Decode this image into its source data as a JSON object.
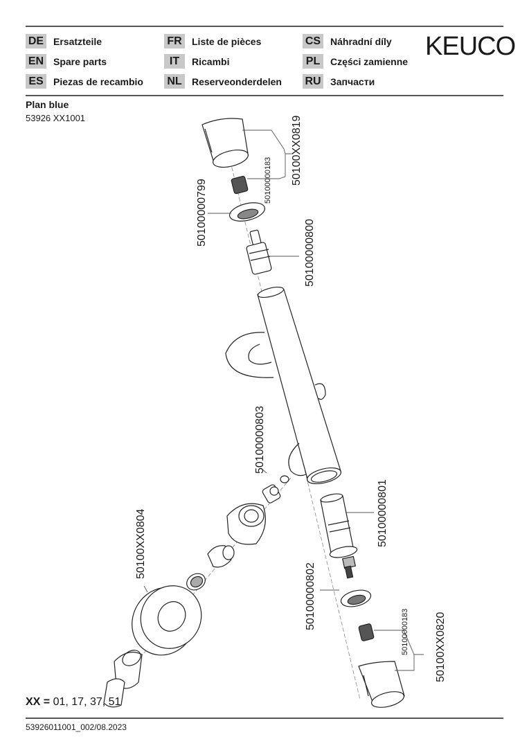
{
  "brand": "KEUCO",
  "languages": [
    {
      "code": "DE",
      "label": "Ersatzteile"
    },
    {
      "code": "EN",
      "label": "Spare parts"
    },
    {
      "code": "ES",
      "label": "Piezas de recambio"
    },
    {
      "code": "FR",
      "label": "Liste de pièces"
    },
    {
      "code": "IT",
      "label": "Ricambi"
    },
    {
      "code": "NL",
      "label": "Reserveonderdelen"
    },
    {
      "code": "CS",
      "label": "Náhradní díly"
    },
    {
      "code": "PL",
      "label": "Części zamienne"
    },
    {
      "code": "RU",
      "label": "Запчасти"
    }
  ],
  "product": {
    "name": "Plan blue",
    "number": "53926 XX1001"
  },
  "parts": {
    "handle_top_set": "50100XX0819",
    "adapter_top": "50100000183",
    "ring_top": "50100000799",
    "cartridge_top": "50100000800",
    "check_valve": "50100000803",
    "thermo_cartridge": "50100000801",
    "ring_bottom": "50100000802",
    "adapter_bottom": "50100000183",
    "handle_bottom_set": "50100XX0820",
    "connection_set": "50100XX0804"
  },
  "variants": {
    "label": "XX =",
    "values": "01, 17, 37, 51"
  },
  "footer": {
    "doc_id": "53926011001_002/08.2023"
  }
}
